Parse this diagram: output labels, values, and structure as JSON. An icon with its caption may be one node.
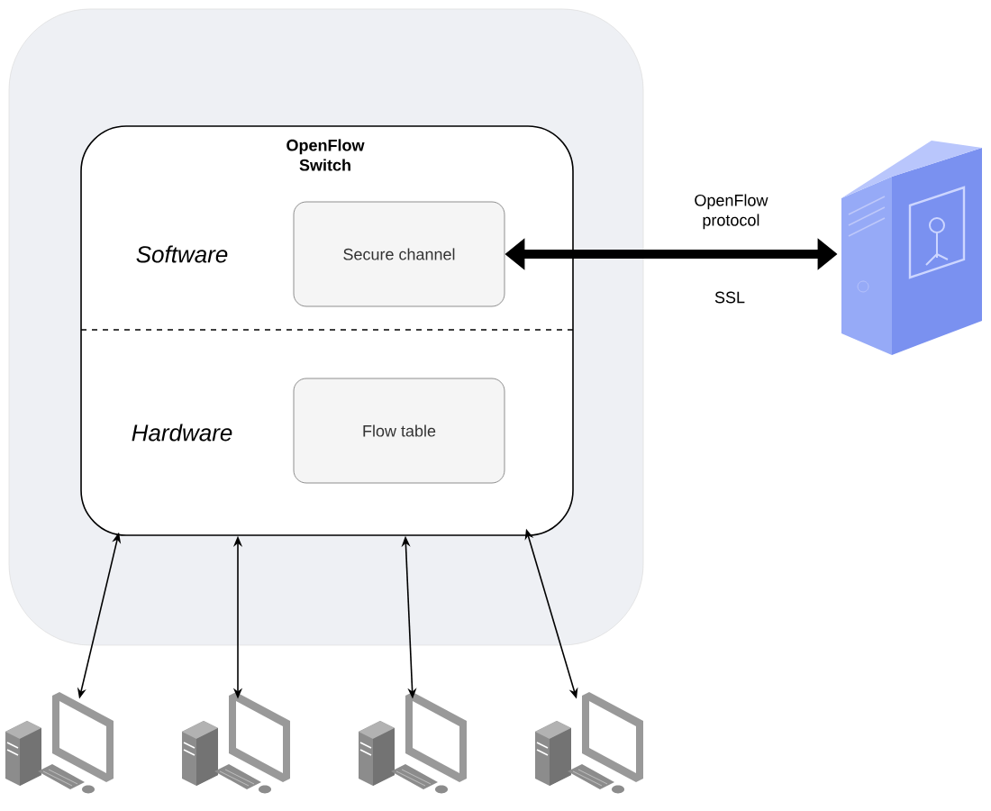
{
  "diagram": {
    "nodes": [
      {
        "text": [
          "OpenFlow Switch",
          "Software",
          "Hardware"
        ]
      },
      {
        "text": [
          "Secure channel"
        ],
        "in": 0
      },
      {
        "text": [
          "Flow table"
        ],
        "in": 0
      },
      {
        "text": [],
        "shape": "server"
      },
      {
        "text": [],
        "shape": "computer"
      },
      {
        "text": [],
        "shape": "computer"
      },
      {
        "text": [],
        "shape": "computer"
      },
      {
        "text": [],
        "shape": "computer"
      }
    ],
    "edges": [
      {
        "from": 1,
        "to": 3,
        "arrow": "both",
        "style": "thick",
        "label": "OpenFlow protocol"
      },
      {
        "from": 0,
        "to": 4,
        "arrow": "both"
      },
      {
        "from": 0,
        "to": 5,
        "arrow": "both"
      },
      {
        "from": 0,
        "to": 6,
        "arrow": "both"
      },
      {
        "from": 0,
        "to": 7,
        "arrow": "both"
      }
    ],
    "labels": [
      "SSL"
    ]
  }
}
